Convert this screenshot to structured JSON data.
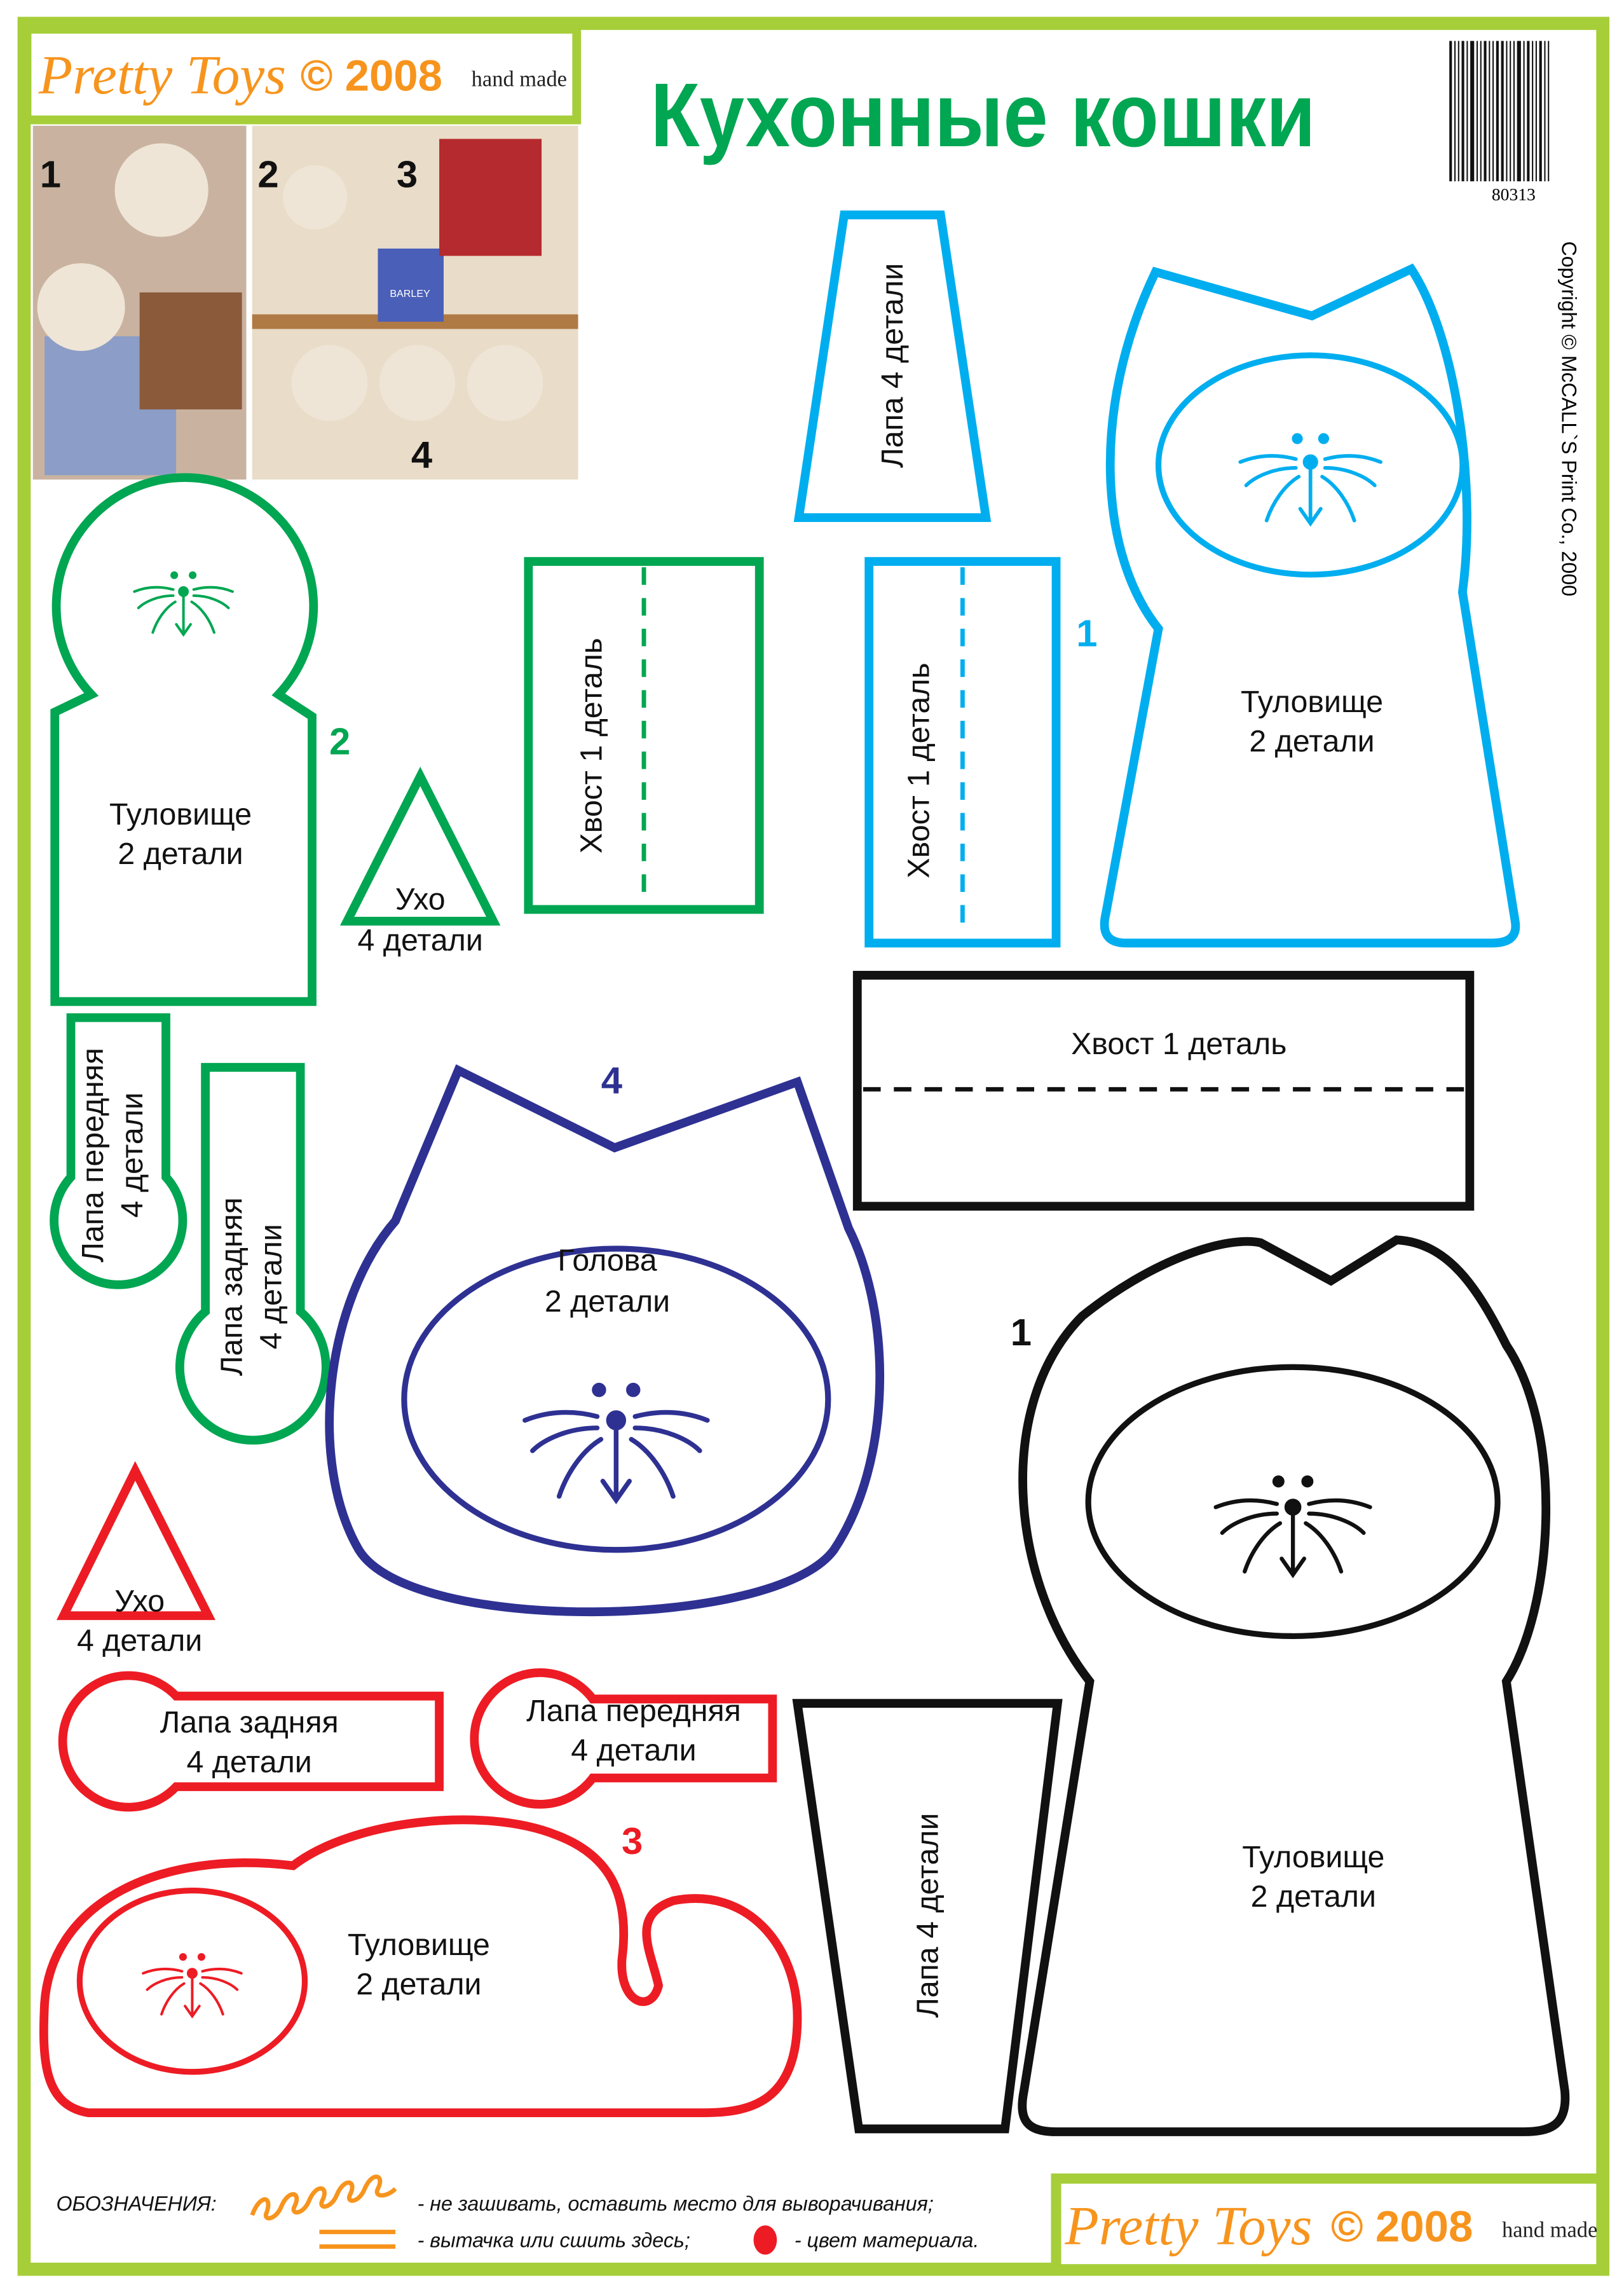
{
  "header": {
    "brand": "Pretty Toys",
    "year": "© 2008",
    "tagline": "hand made",
    "title": "Кухонные кошки",
    "barcode_number": "80313",
    "copyright": "Copyright © McCALL`S Print Co., 2000"
  },
  "photos": {
    "labels": [
      "1",
      "2",
      "3",
      "4"
    ],
    "jar_label": "BARLEY"
  },
  "colors": {
    "frame": "#a6ce39",
    "orange": "#f7941d",
    "title": "#00a651",
    "blue": "#00aeef",
    "green": "#00a651",
    "red": "#ed1c24",
    "navy": "#2e3192",
    "black": "#111111"
  },
  "pieces": {
    "blue": {
      "number": "1",
      "paw": "Лапа 4 детали",
      "tail": "Хвост 1 деталь",
      "body": [
        "Туловище",
        "2 детали"
      ]
    },
    "green": {
      "number": "2",
      "body": [
        "Туловище",
        "2 детали"
      ],
      "ear": [
        "Ухо",
        "4 детали"
      ],
      "tail": "Хвост 1 деталь",
      "front_paw": [
        "Лапа передняя",
        "4 детали"
      ],
      "back_paw": [
        "Лапа задняя",
        "4 детали"
      ]
    },
    "navy": {
      "number": "4",
      "head": [
        "Голова",
        "2 детали"
      ]
    },
    "black": {
      "number": "1",
      "tail": "Хвост 1 деталь",
      "paw": "Лапа 4 детали",
      "body": [
        "Туловище",
        "2 детали"
      ]
    },
    "red": {
      "number": "3",
      "ear": [
        "Ухо",
        "4 детали"
      ],
      "back_paw": [
        "Лапа задняя",
        "4 детали"
      ],
      "front_paw": [
        "Лапа передняя",
        "4 детали"
      ],
      "body": [
        "Туловище",
        "2 детали"
      ]
    }
  },
  "legend": {
    "title": "ОБОЗНАЧЕНИЯ:",
    "items": [
      "- не зашивать, оставить место  для выворачивания;",
      "- вытачка или сшить здесь;",
      "- цвет материала."
    ]
  }
}
